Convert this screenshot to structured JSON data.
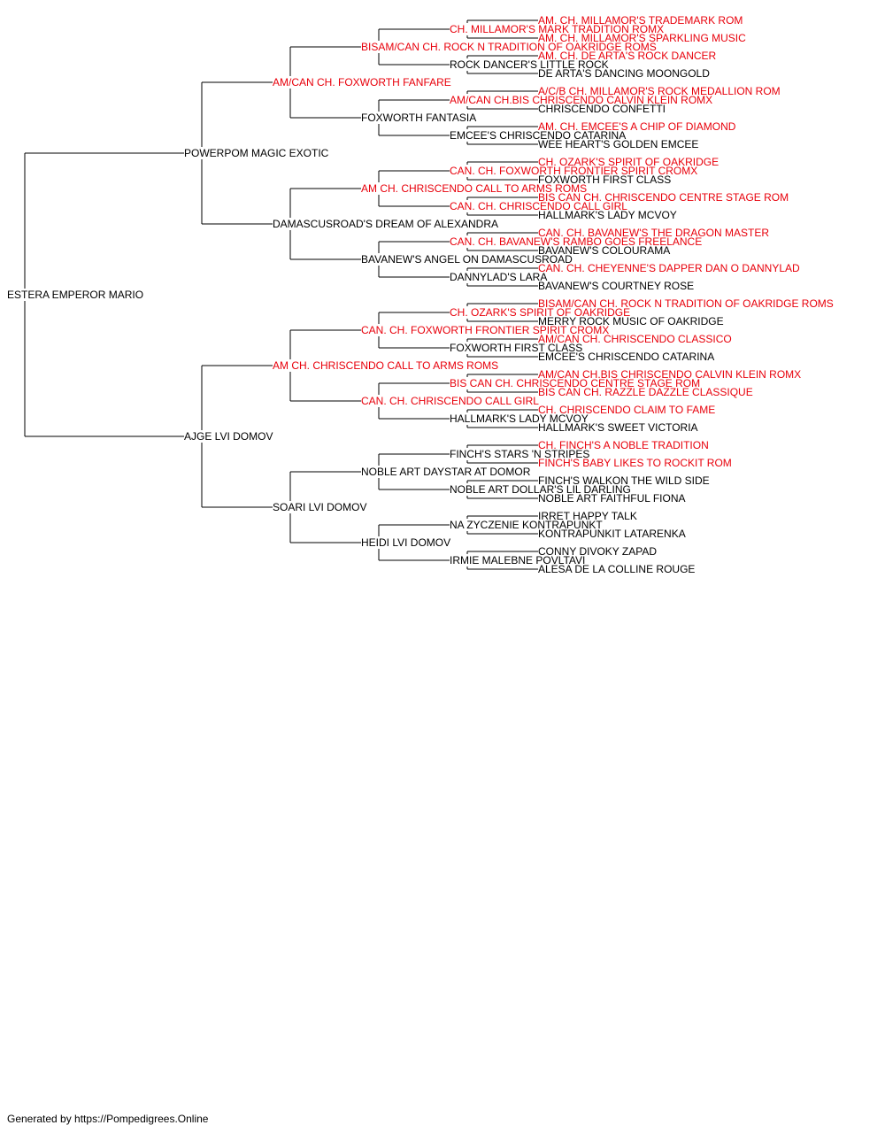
{
  "colors": {
    "champion": "#e8000b",
    "normal": "#000000",
    "line": "#000000"
  },
  "root": {
    "name": "ESTERA EMPEROR MARIO",
    "champion": false,
    "sire": {
      "name": "POWERPOM MAGIC EXOTIC",
      "champion": false,
      "sire": {
        "name": "AM/CAN CH. FOXWORTH FANFARE",
        "champion": true,
        "sire": {
          "name": "BISAM/CAN CH. ROCK N TRADITION OF OAKRIDGE ROMS",
          "champion": true,
          "sire": {
            "name": "CH. MILLAMOR'S MARK TRADITION ROMX",
            "champion": true,
            "sire": {
              "name": "AM. CH. MILLAMOR'S TRADEMARK ROM",
              "champion": true
            },
            "dam": {
              "name": "AM. CH. MILLAMOR'S SPARKLING MUSIC",
              "champion": true
            }
          },
          "dam": {
            "name": "ROCK DANCER'S LITTLE ROCK",
            "champion": false,
            "sire": {
              "name": "AM. CH. DE ARTA'S ROCK DANCER",
              "champion": true
            },
            "dam": {
              "name": "DE ARTA'S DANCING MOONGOLD",
              "champion": false
            }
          }
        },
        "dam": {
          "name": "FOXWORTH FANTASIA",
          "champion": false,
          "sire": {
            "name": "AM/CAN CH.BIS CHRISCENDO CALVIN KLEIN ROMX",
            "champion": true,
            "sire": {
              "name": "A/C/B CH. MILLAMOR'S ROCK MEDALLION ROM",
              "champion": true
            },
            "dam": {
              "name": "CHRISCENDO CONFETTI",
              "champion": false
            }
          },
          "dam": {
            "name": "EMCEE'S CHRISCENDO CATARINA",
            "champion": false,
            "sire": {
              "name": "AM. CH. EMCEE'S A CHIP OF DIAMOND",
              "champion": true
            },
            "dam": {
              "name": "WEE HEART'S GOLDEN EMCEE",
              "champion": false
            }
          }
        }
      },
      "dam": {
        "name": "DAMASCUSROAD'S DREAM OF ALEXANDRA",
        "champion": false,
        "sire": {
          "name": "AM CH. CHRISCENDO CALL TO ARMS ROMS",
          "champion": true,
          "sire": {
            "name": "CAN. CH. FOXWORTH FRONTIER SPIRIT CROMX",
            "champion": true,
            "sire": {
              "name": "CH. OZARK'S SPIRIT OF OAKRIDGE",
              "champion": true
            },
            "dam": {
              "name": "FOXWORTH FIRST CLASS",
              "champion": false
            }
          },
          "dam": {
            "name": "CAN. CH. CHRISCENDO CALL GIRL",
            "champion": true,
            "sire": {
              "name": "BIS CAN CH. CHRISCENDO CENTRE STAGE ROM",
              "champion": true
            },
            "dam": {
              "name": "HALLMARK'S LADY MCVOY",
              "champion": false
            }
          }
        },
        "dam": {
          "name": "BAVANEW'S ANGEL ON DAMASCUSROAD",
          "champion": false,
          "sire": {
            "name": "CAN. CH. BAVANEW'S RAMBO GOES FREELANCE",
            "champion": true,
            "sire": {
              "name": "CAN. CH. BAVANEW'S THE DRAGON MASTER",
              "champion": true
            },
            "dam": {
              "name": "BAVANEW'S COLOURAMA",
              "champion": false
            }
          },
          "dam": {
            "name": "DANNYLAD'S LARA",
            "champion": false,
            "sire": {
              "name": "CAN. CH. CHEYENNE'S DAPPER DAN O DANNYLAD",
              "champion": true
            },
            "dam": {
              "name": "BAVANEW'S COURTNEY ROSE",
              "champion": false
            }
          }
        }
      }
    },
    "dam": {
      "name": "AJGE LVI DOMOV",
      "champion": false,
      "sire": {
        "name": "AM CH. CHRISCENDO CALL TO ARMS ROMS",
        "champion": true,
        "sire": {
          "name": "CAN. CH. FOXWORTH FRONTIER SPIRIT CROMX",
          "champion": true,
          "sire": {
            "name": "CH. OZARK'S SPIRIT OF OAKRIDGE",
            "champion": true,
            "sire": {
              "name": "BISAM/CAN CH. ROCK N TRADITION OF OAKRIDGE ROMS",
              "champion": true
            },
            "dam": {
              "name": "MERRY ROCK MUSIC OF OAKRIDGE",
              "champion": false
            }
          },
          "dam": {
            "name": "FOXWORTH FIRST CLASS",
            "champion": false,
            "sire": {
              "name": "AM/CAN CH. CHRISCENDO CLASSICO",
              "champion": true
            },
            "dam": {
              "name": "EMCEE'S CHRISCENDO CATARINA",
              "champion": false
            }
          }
        },
        "dam": {
          "name": "CAN. CH. CHRISCENDO CALL GIRL",
          "champion": true,
          "sire": {
            "name": "BIS CAN CH. CHRISCENDO CENTRE STAGE ROM",
            "champion": true,
            "sire": {
              "name": "AM/CAN CH.BIS CHRISCENDO CALVIN KLEIN ROMX",
              "champion": true
            },
            "dam": {
              "name": "BIS CAN CH. RAZZLE DAZZLE CLASSIQUE",
              "champion": true
            }
          },
          "dam": {
            "name": "HALLMARK'S LADY MCVOY",
            "champion": false,
            "sire": {
              "name": "CH. CHRISCENDO CLAIM TO FAME",
              "champion": true
            },
            "dam": {
              "name": "HALLMARK'S SWEET VICTORIA",
              "champion": false
            }
          }
        }
      },
      "dam": {
        "name": "SOARI LVI DOMOV",
        "champion": false,
        "sire": {
          "name": "NOBLE ART DAYSTAR AT DOMOR",
          "champion": false,
          "sire": {
            "name": "FINCH'S STARS 'N STRIPES",
            "champion": false,
            "sire": {
              "name": "CH. FINCH'S A NOBLE TRADITION",
              "champion": true
            },
            "dam": {
              "name": "FINCH'S BABY LIKES TO ROCKIT ROM",
              "champion": true
            }
          },
          "dam": {
            "name": "NOBLE ART DOLLAR'S LIL DARLING",
            "champion": false,
            "sire": {
              "name": "FINCH'S WALKON THE WILD SIDE",
              "champion": false
            },
            "dam": {
              "name": "NOBLE ART FAITHFUL FIONA",
              "champion": false
            }
          }
        },
        "dam": {
          "name": "HEIDI LVI DOMOV",
          "champion": false,
          "sire": {
            "name": "NA ZYCZENIE KONTRAPUNKT",
            "champion": false,
            "sire": {
              "name": "IRRET HAPPY TALK",
              "champion": false
            },
            "dam": {
              "name": "KONTRAPUNKIT LATARENKA",
              "champion": false
            }
          },
          "dam": {
            "name": "IRMIE MALEBNE POVLTAVI",
            "champion": false,
            "sire": {
              "name": "CONNY DIVOKY ZAPAD",
              "champion": false
            },
            "dam": {
              "name": "ALESA DE LA COLLINE ROUGE",
              "champion": false
            }
          }
        }
      }
    }
  },
  "footer": {
    "text": "Generated by https://Pompedigrees.Online"
  }
}
